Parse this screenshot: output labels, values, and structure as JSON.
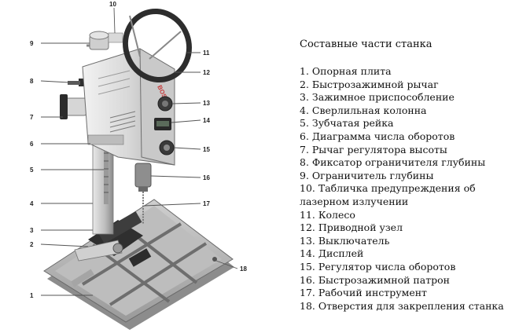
{
  "legend": {
    "title": "Составные части станка",
    "items": [
      "1. Опорная плита",
      "2. Быстрозажимной рычаг",
      "3. Зажимное приспособление",
      "4. Сверлильная колонна",
      "5. Зубчатая рейка",
      "6. Диаграмма числа оборотов",
      "7. Рычаг регулятора высоты",
      "8. Фиксатор ограничителя глубины",
      "9. Ограничитель глубины",
      "10. Табличка предупреждения об лазерном излучении",
      "11. Колесо",
      "12. Приводной узел",
      "13. Выключатель",
      "14. Дисплей",
      "15. Регулятор числа оборотов",
      "16. Быстрозажимной патрон",
      "17. Рабочий инструмент",
      "18. Отверстия для закрепления станка"
    ]
  },
  "callouts": [
    "1",
    "2",
    "3",
    "4",
    "5",
    "6",
    "7",
    "8",
    "9",
    "10",
    "11",
    "12",
    "13",
    "14",
    "15",
    "16",
    "17",
    "18"
  ],
  "device": {
    "brand_text": "BOSCH"
  },
  "colors": {
    "body": "#dcdcdc",
    "dark": "#3a3a3a",
    "line": "#555555"
  }
}
